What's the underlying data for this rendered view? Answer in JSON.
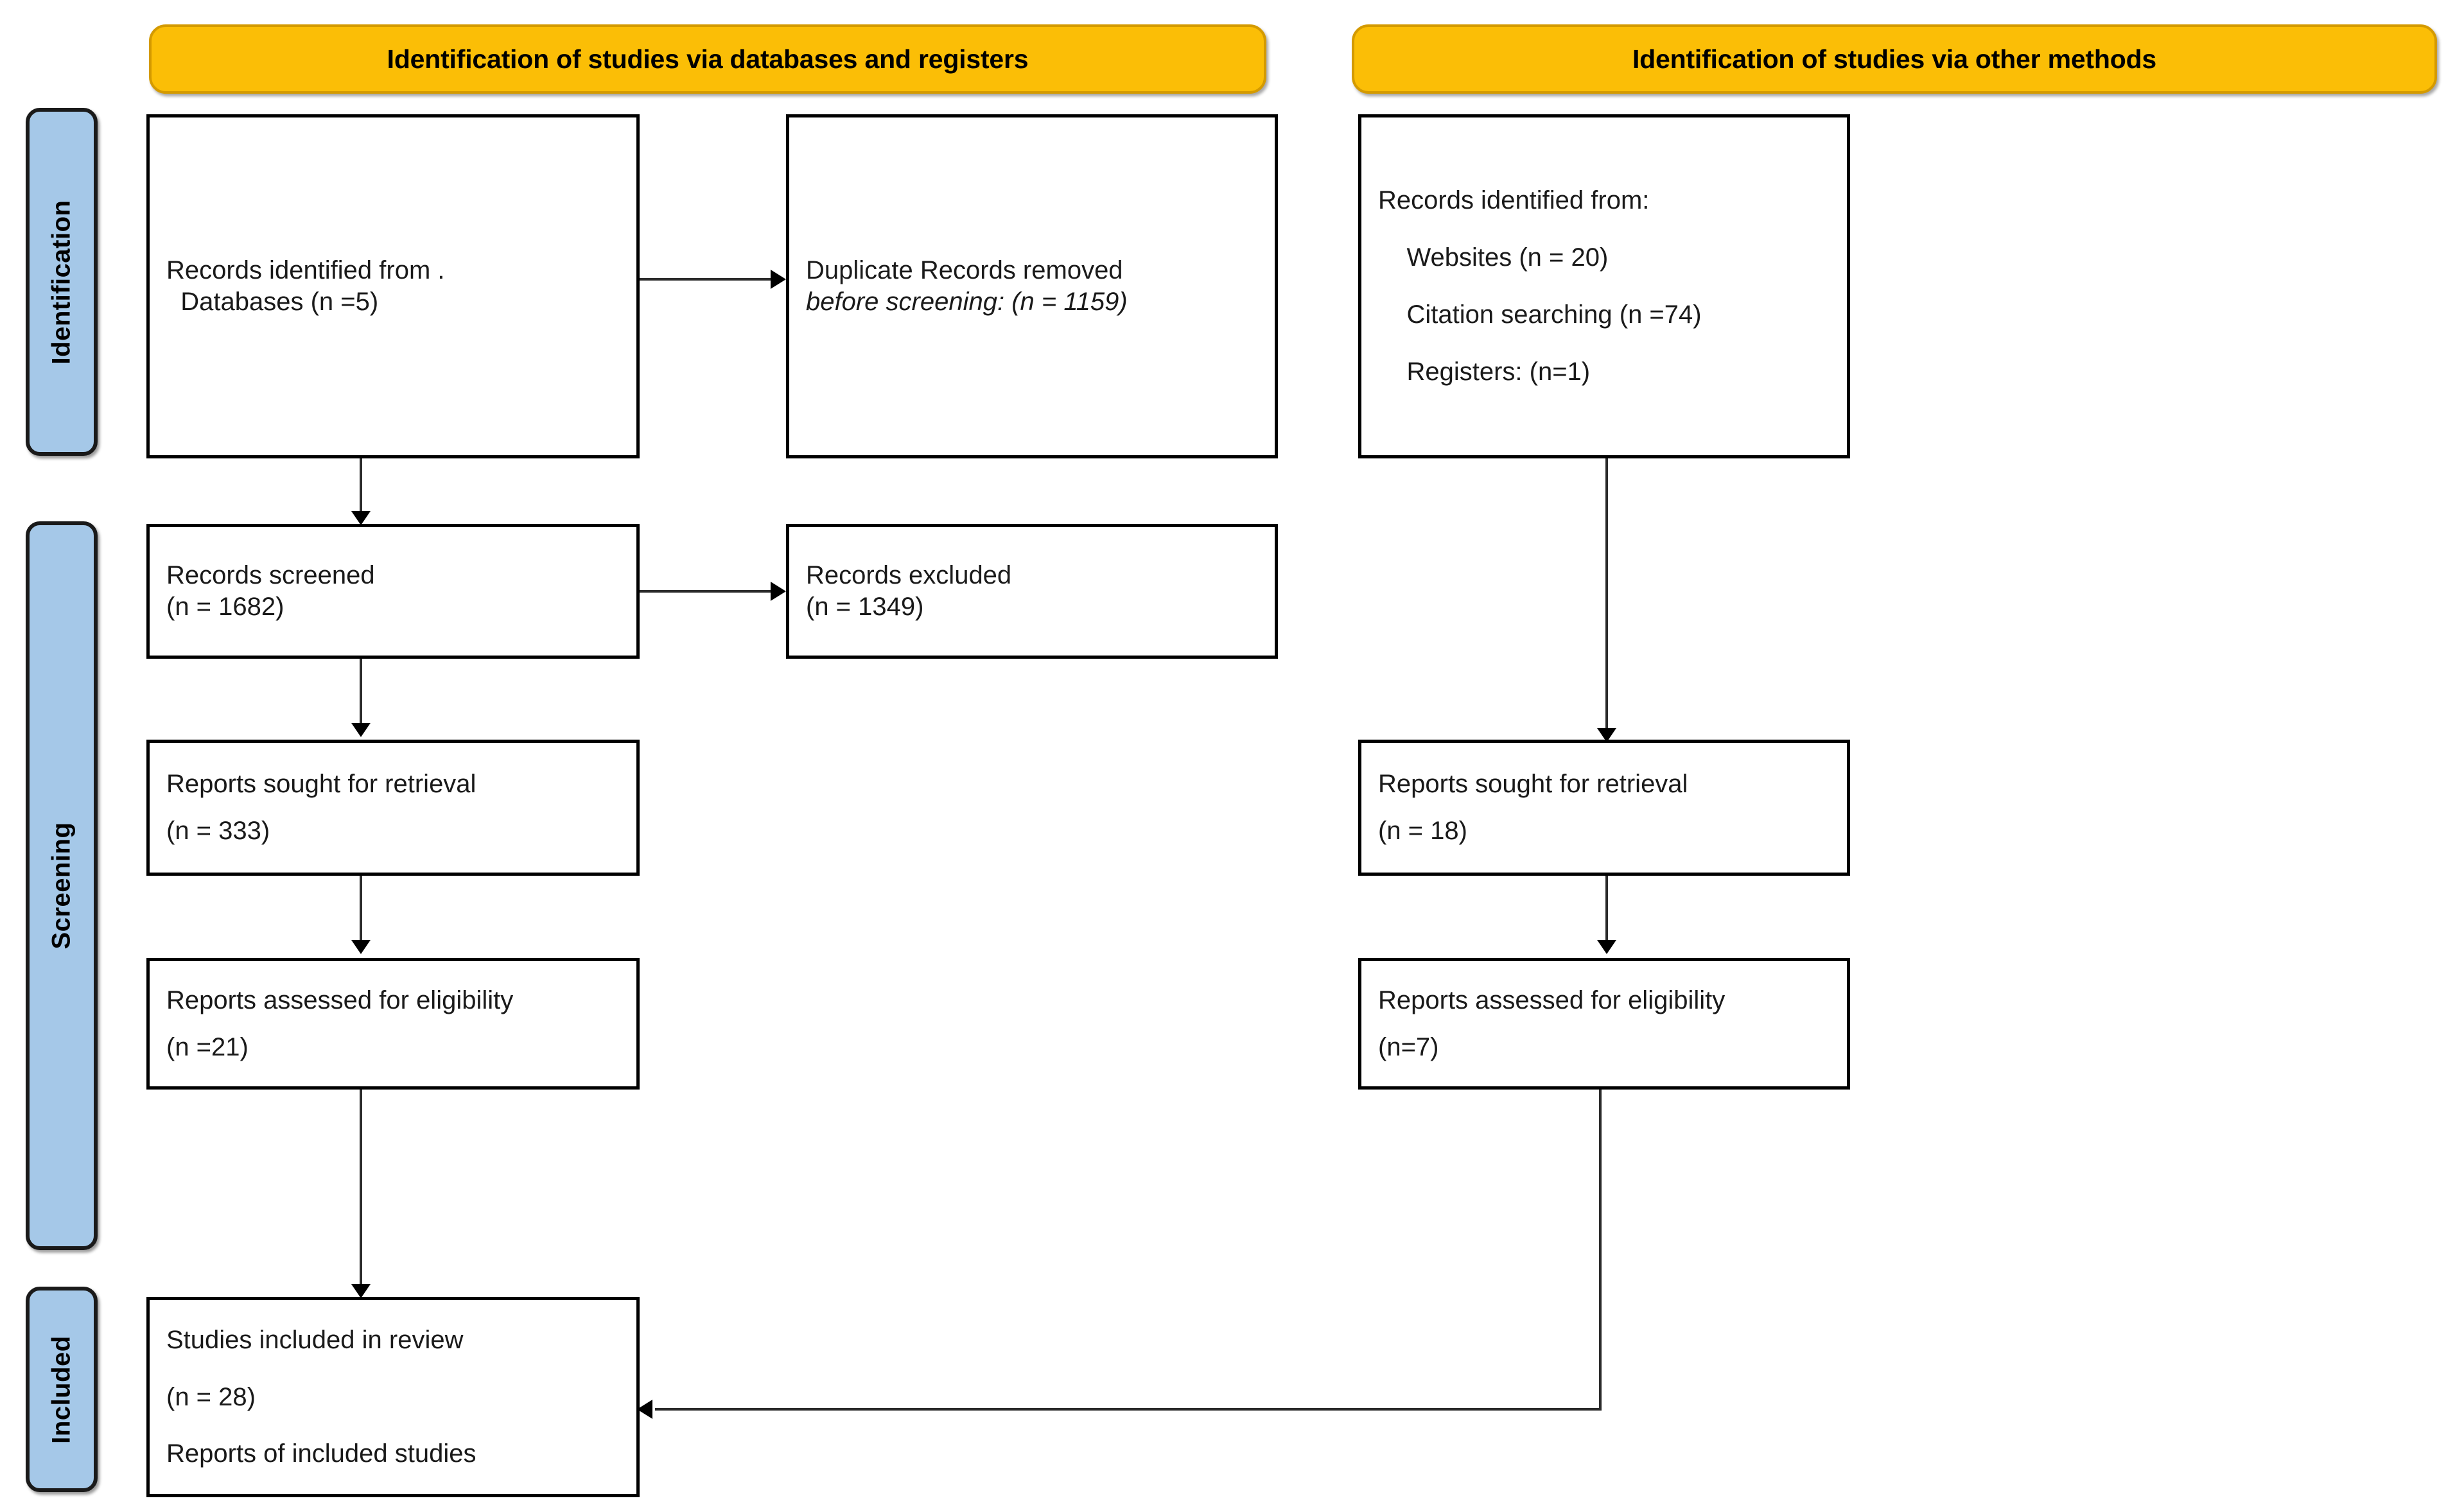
{
  "diagram": {
    "type": "PRISMA flow diagram",
    "banners": [
      {
        "id": "databases",
        "label": "Identification of studies via databases and registers"
      },
      {
        "id": "other",
        "label": "Identification of studies via other methods"
      }
    ],
    "stages": [
      {
        "id": "identification",
        "label": "Identification"
      },
      {
        "id": "screening",
        "label": "Screening"
      },
      {
        "id": "included",
        "label": "Included"
      }
    ],
    "colors": {
      "banner_fill": "#FBBE06",
      "banner_border": "#D49A00",
      "stage_fill": "#A5C8E8",
      "stage_border": "#1A1A1A",
      "box_border": "#000000",
      "box_fill": "#FFFFFF",
      "connector": "#2B2B2B"
    },
    "boxes": {
      "records_identified_db": {
        "lines": [
          "Records identified from .",
          "  Databases (n =5)"
        ]
      },
      "duplicates_removed": {
        "lines": [
          "Duplicate Records removed",
          "before screening: (n = 1159)"
        ],
        "italic_line_index": 1
      },
      "records_identified_other": {
        "lines": [
          "Records identified from:",
          "    Websites (n = 20)",
          "    Citation searching (n =74)",
          "    Registers: (n=1)"
        ]
      },
      "records_screened": {
        "lines": [
          "Records screened",
          "(n = 1682)"
        ]
      },
      "records_excluded": {
        "lines": [
          "Records excluded",
          "(n = 1349)"
        ]
      },
      "reports_sought_db": {
        "lines": [
          "Reports sought for retrieval",
          "(n = 333)"
        ]
      },
      "reports_sought_other": {
        "lines": [
          "Reports sought for retrieval",
          "(n = 18)"
        ]
      },
      "reports_assessed_db": {
        "lines": [
          "Reports assessed for eligibility",
          "(n =21)"
        ]
      },
      "reports_assessed_other": {
        "lines": [
          "Reports assessed for eligibility",
          "(n=7)"
        ]
      },
      "studies_included": {
        "lines": [
          "Studies included in review",
          "(n = 28)",
          "Reports of included studies"
        ]
      }
    }
  }
}
